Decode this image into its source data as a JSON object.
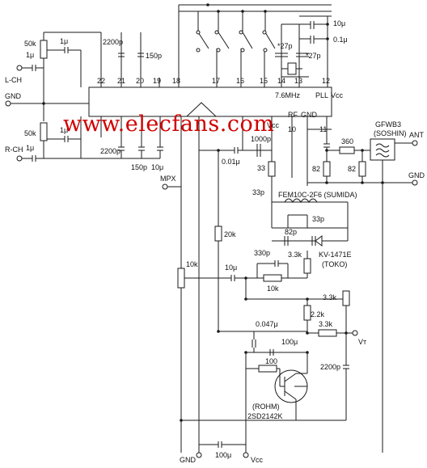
{
  "watermark": "www.elecfans.com",
  "ic": {
    "pins_top": [
      "22",
      "21",
      "20",
      "19",
      "18",
      "17",
      "16",
      "15",
      "14",
      "13",
      "12"
    ],
    "pins_bottom": [
      "Vcc",
      "RF",
      "GND",
      "10",
      "11"
    ],
    "osc_label": "7.6MHz",
    "pll_label": "PLL",
    "vcc_label": "Vcc"
  },
  "inputs": {
    "left": "L-CH",
    "right": "R-CH",
    "gnd": "GND",
    "mpx": "MPX"
  },
  "labels": {
    "pot_l": "50k",
    "cap_l": "1μ",
    "cap_l2": "1μ",
    "c2200_l": "2200p",
    "c150_l": "150p",
    "pot_r": "50k",
    "cap_r": "1μ",
    "cap_r2": "1μ",
    "c2200_r": "2200p",
    "c150_r": "150p",
    "c10_r": "10μ",
    "c10_top": "10μ",
    "c01_top": "0.1μ",
    "c27_a": "*27p",
    "c27_b": "*27p",
    "c1000": "1000p",
    "c001": "0.01μ",
    "r33": "33",
    "c33": "33p",
    "coil": "FEM10C-2F6 (SUMIDA)",
    "c33b": "33p",
    "c82p": "82p",
    "varicap": "KV-1471E",
    "toko": "(TOKO)",
    "r360": "360",
    "r82a": "82",
    "r82b": "82",
    "filter": "GFWB3",
    "soshin": "(SOSHIN)",
    "ant": "ANT",
    "gnd_r": "GND",
    "r20k": "20k",
    "pot10k": "10k",
    "c10u": "10μ",
    "c330": "330p",
    "r33k": "3.3k",
    "r10k": "10k",
    "r33k_b": "3.3k",
    "r22k": "2.2k",
    "r33k_c": "3.3k",
    "c0047": "0.047μ",
    "c100u": "100μ",
    "r100": "100",
    "vt": "Vт",
    "c2200b": "2200p",
    "rohm": "(ROHM)",
    "part": "2SD2142K",
    "gnd_b": "GND",
    "c100_b": "100μ",
    "vcc_b": "Vcc"
  }
}
